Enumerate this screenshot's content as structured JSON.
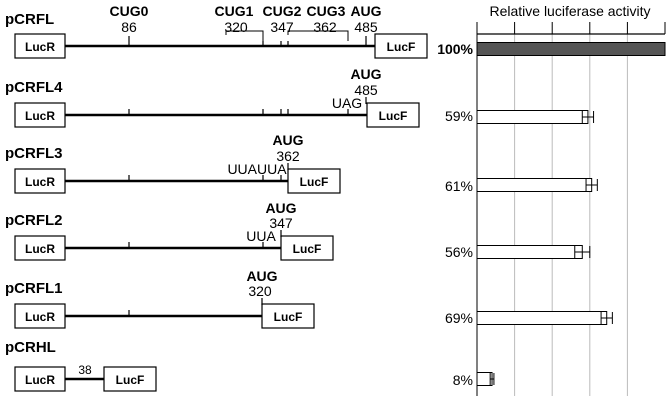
{
  "constructs": [
    {
      "name": "pCRFL",
      "lucR": "LucR",
      "lucF": "LucF",
      "top_labels": [
        {
          "text": "CUG0",
          "bold": true
        },
        {
          "text": "86",
          "bold": false
        },
        {
          "text": "CUG1",
          "bold": true
        },
        {
          "text": "CUG2",
          "bold": true
        },
        {
          "text": "CUG3",
          "bold": true
        },
        {
          "text": "AUG",
          "bold": true
        },
        {
          "text": "320",
          "bold": false
        },
        {
          "text": "347",
          "bold": false
        },
        {
          "text": "362",
          "bold": false
        },
        {
          "text": "485",
          "bold": false
        }
      ],
      "activity_label": "100%",
      "activity_value": 100,
      "error": 0,
      "highlight": true
    },
    {
      "name": "pCRFL4",
      "lucR": "LucR",
      "lucF": "LucF",
      "top_labels": [
        {
          "text": "AUG",
          "bold": true
        },
        {
          "text": "485",
          "bold": false
        },
        {
          "text": "UAG",
          "bold": false
        }
      ],
      "activity_label": "59%",
      "activity_value": 59,
      "error": 3,
      "highlight": false
    },
    {
      "name": "pCRFL3",
      "lucR": "LucR",
      "lucF": "LucF",
      "top_labels": [
        {
          "text": "AUG",
          "bold": true
        },
        {
          "text": "362",
          "bold": false
        },
        {
          "text": "UUAUUA",
          "bold": false
        }
      ],
      "activity_label": "61%",
      "activity_value": 61,
      "error": 3,
      "highlight": false
    },
    {
      "name": "pCRFL2",
      "lucR": "LucR",
      "lucF": "LucF",
      "top_labels": [
        {
          "text": "AUG",
          "bold": true
        },
        {
          "text": "347",
          "bold": false
        },
        {
          "text": "UUA",
          "bold": false
        }
      ],
      "activity_label": "56%",
      "activity_value": 56,
      "error": 4,
      "highlight": false
    },
    {
      "name": "pCRFL1",
      "lucR": "LucR",
      "lucF": "LucF",
      "top_labels": [
        {
          "text": "AUG",
          "bold": true
        },
        {
          "text": "320",
          "bold": false
        }
      ],
      "activity_label": "69%",
      "activity_value": 69,
      "error": 3,
      "highlight": false
    },
    {
      "name": "pCRHL",
      "lucR": "LucR",
      "lucF": "LucF",
      "top_labels": [
        {
          "text": "38",
          "bold": false
        }
      ],
      "activity_label": "8%",
      "activity_value": 8,
      "error": 1,
      "highlight": false
    }
  ],
  "chart_data": {
    "type": "bar",
    "orientation": "horizontal",
    "title": "Relative luciferase activity",
    "categories": [
      "pCRFL",
      "pCRFL4",
      "pCRFL3",
      "pCRFL2",
      "pCRFL1",
      "pCRHL"
    ],
    "values": [
      100,
      59,
      61,
      56,
      69,
      8
    ],
    "errors": [
      0,
      3,
      3,
      4,
      3,
      1
    ],
    "value_labels": [
      "100%",
      "59%",
      "61%",
      "56%",
      "69%",
      "8%"
    ],
    "xlim": [
      0,
      100
    ],
    "grid": true,
    "colors": {
      "highlight_bar": "#555555",
      "bar": "#ffffff",
      "grid": "#bbbbbb"
    }
  }
}
